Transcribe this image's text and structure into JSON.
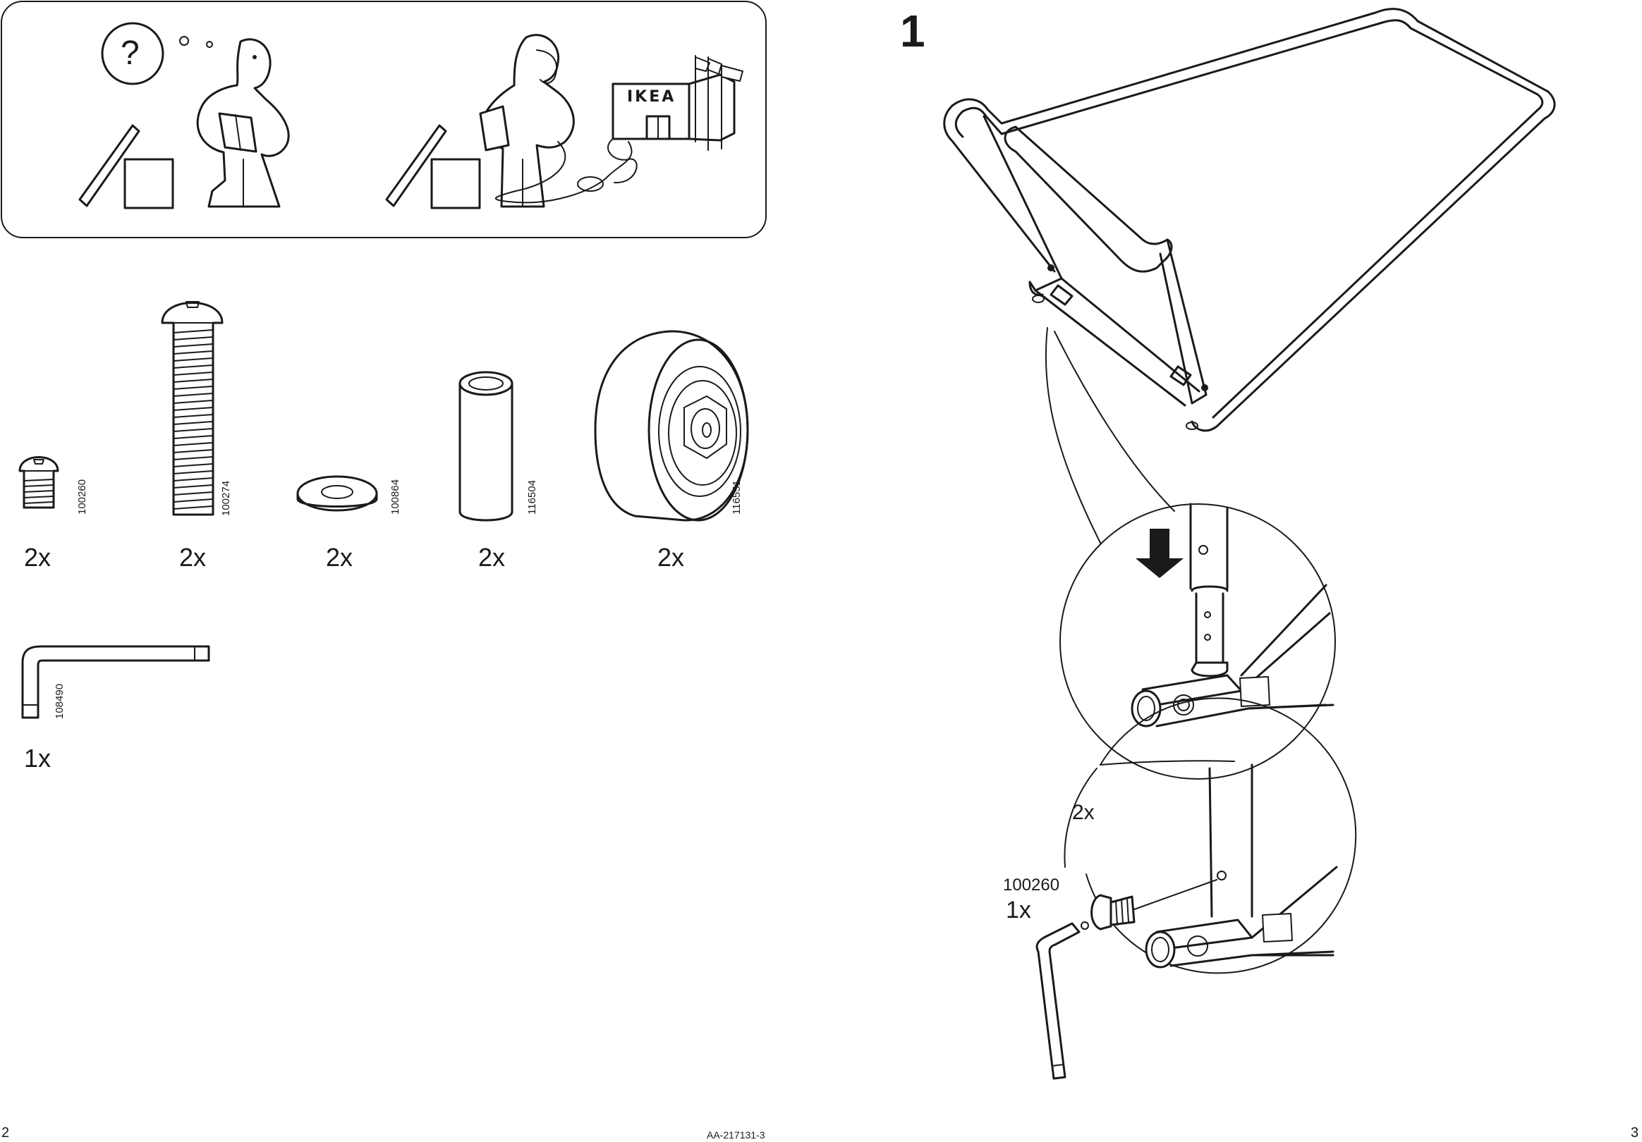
{
  "info_panel": {
    "question_mark": "?",
    "store_sign": "IKEA"
  },
  "parts": [
    {
      "part_number": "100260",
      "quantity": "2x"
    },
    {
      "part_number": "100274",
      "quantity": "2x"
    },
    {
      "part_number": "100864",
      "quantity": "2x"
    },
    {
      "part_number": "116504",
      "quantity": "2x"
    },
    {
      "part_number": "116551",
      "quantity": "2x"
    },
    {
      "part_number": "108490",
      "quantity": "1x"
    }
  ],
  "step": {
    "number": "1",
    "bolt_count": "2x",
    "bolt_part_number": "100260",
    "key_count": "1x"
  },
  "footer": {
    "left_page_number": "2",
    "document_code": "AA-217131-3",
    "right_page_number": "3"
  }
}
